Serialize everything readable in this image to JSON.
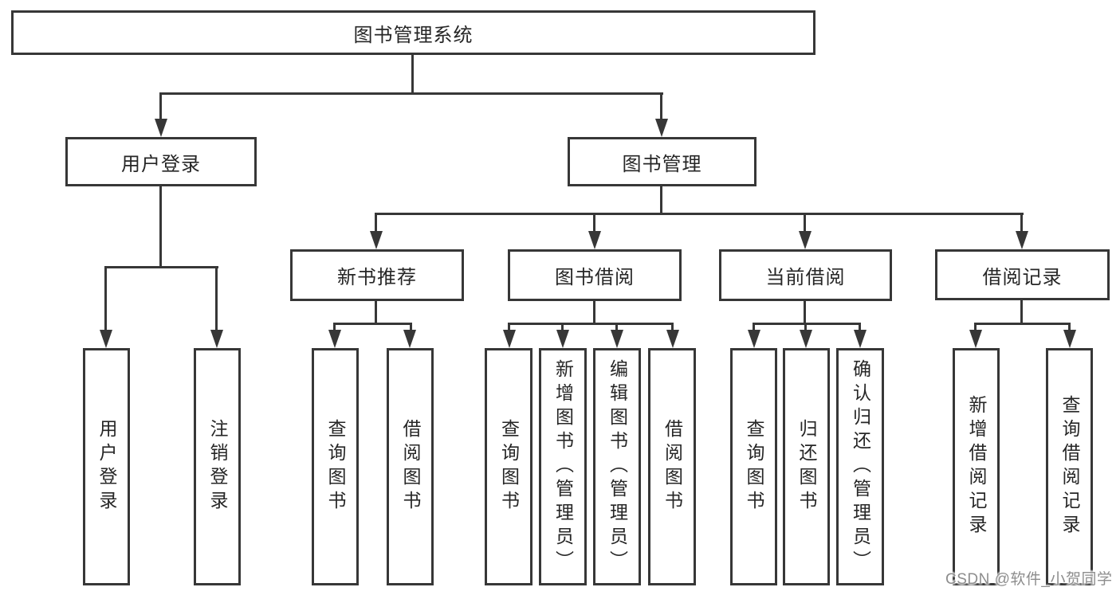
{
  "diagram": {
    "root": {
      "label": "图书管理系统"
    },
    "user_login": {
      "label": "用户登录",
      "children": [
        {
          "label": "用户登录"
        },
        {
          "label": "注销登录"
        }
      ]
    },
    "book_management": {
      "label": "图书管理",
      "children": [
        {
          "label": "新书推荐",
          "children": [
            {
              "label": "查询图书"
            },
            {
              "label": "借阅图书"
            }
          ]
        },
        {
          "label": "图书借阅",
          "children": [
            {
              "label": "查询图书"
            },
            {
              "label": "新增图书（管理员）"
            },
            {
              "label": "编辑图书（管理员）"
            },
            {
              "label": "借阅图书"
            }
          ]
        },
        {
          "label": "当前借阅",
          "children": [
            {
              "label": "查询图书"
            },
            {
              "label": "归还图书"
            },
            {
              "label": "确认归还（管理员）"
            }
          ]
        },
        {
          "label": "借阅记录",
          "children": [
            {
              "label": "新增借阅记录"
            },
            {
              "label": "查询借阅记录"
            }
          ]
        }
      ]
    }
  },
  "watermark": {
    "text": "CSDN @软件_小贺同学"
  },
  "colors": {
    "line": "#373737",
    "text": "#262626",
    "background": "#ffffff",
    "watermark": "#8d8d8d"
  }
}
